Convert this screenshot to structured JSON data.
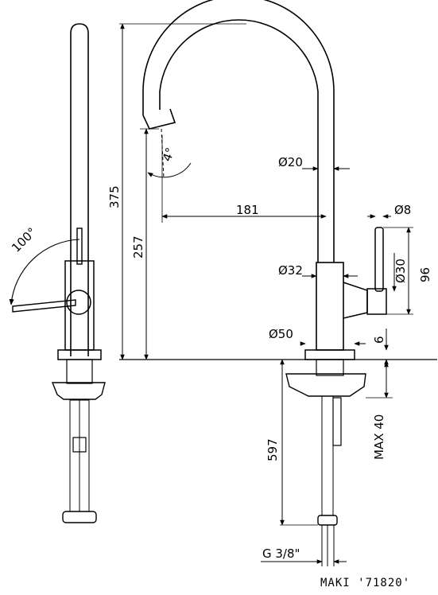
{
  "drawing": {
    "title": "MAKI '71820'",
    "dimensions": {
      "height_total": "375",
      "height_spout": "257",
      "reach": "181",
      "angle_spout": "4°",
      "angle_lever": "100°",
      "dia_spout": "Ø20",
      "dia_lever": "Ø8",
      "dia_body": "Ø32",
      "dia_handle": "Ø30",
      "handle_height": "96",
      "dia_base": "Ø50",
      "base_plate": "6",
      "max_deck": "MAX 40",
      "hose_length": "597",
      "thread": "G 3/8\""
    }
  }
}
